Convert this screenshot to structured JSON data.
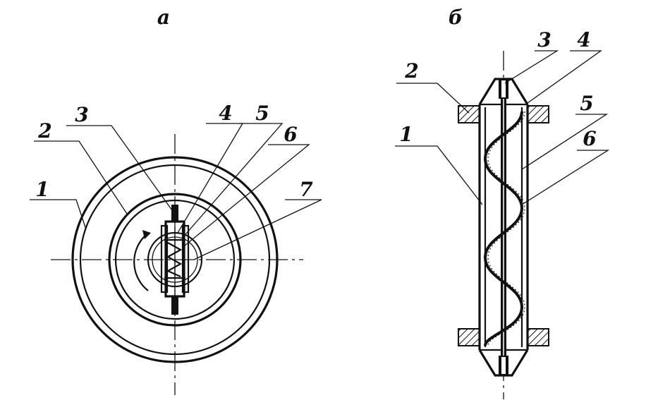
{
  "panel_a": {
    "title": "а",
    "labels": [
      "1",
      "2",
      "3",
      "4",
      "5",
      "6",
      "7"
    ]
  },
  "panel_b": {
    "title": "б",
    "labels": [
      "1",
      "2",
      "3",
      "4",
      "5",
      "6"
    ]
  }
}
